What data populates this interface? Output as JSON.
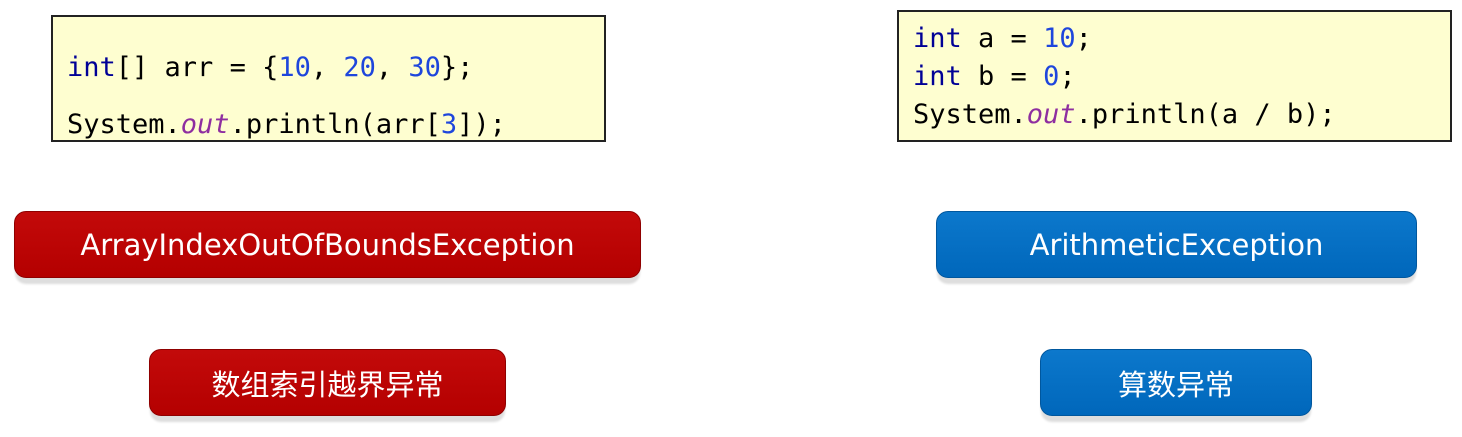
{
  "left": {
    "code": {
      "line1": {
        "kw": "int",
        "t1": "[] arr = {",
        "n1": "10",
        "t2": ", ",
        "n2": "20",
        "t3": ", ",
        "n3": "30",
        "t4": "};"
      },
      "line2": {
        "t1": "System.",
        "field": "out",
        "t2": ".println(arr[",
        "n1": "3",
        "t3": "]);"
      }
    },
    "exception": "ArrayIndexOutOfBoundsException",
    "chinese": "数组索引越界异常"
  },
  "right": {
    "code": {
      "line1": {
        "kw": "int",
        "t1": " a = ",
        "n1": "10",
        "t2": ";"
      },
      "line2": {
        "kw": "int",
        "t1": " b = ",
        "n1": "0",
        "t2": ";"
      },
      "line3": {
        "t1": "System.",
        "field": "out",
        "t2": ".println(a / b);"
      }
    },
    "exception": "ArithmeticException",
    "chinese": "算数异常"
  },
  "colors": {
    "code_background": "#fefed0",
    "keyword": "#000096",
    "number": "#1e46dc",
    "field": "#8e2ea0",
    "red_label": "#b40000",
    "blue_label": "#0067bb"
  }
}
